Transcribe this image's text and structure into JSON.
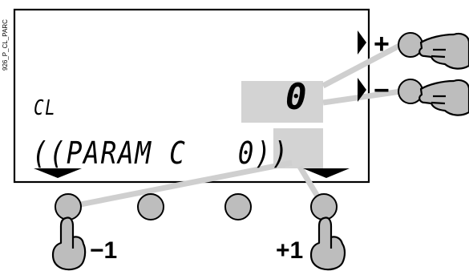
{
  "figure_code": "926_P_CL_PARC",
  "display": {
    "code_line": "CL",
    "value": "0",
    "param_line": "((PARAM C   0))"
  },
  "keys": {
    "up_symbol": "+",
    "down_symbol": "−",
    "left_step": "−1",
    "right_step": "+1"
  },
  "colors": {
    "button_fill": "#bdbdbd",
    "highlight": "#d3d3d3",
    "connector": "#cfcfcf",
    "stroke": "#000000"
  }
}
